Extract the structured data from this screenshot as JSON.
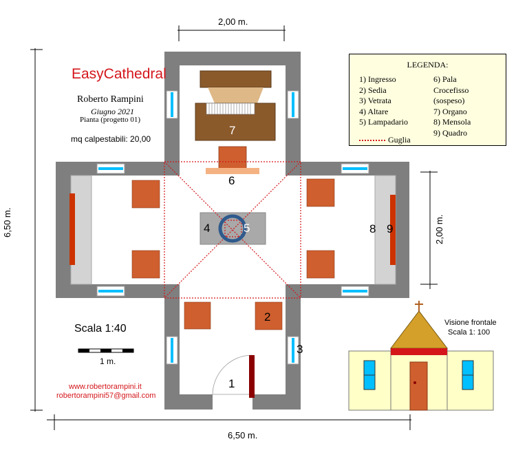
{
  "header": {
    "title": "EasyCathedral",
    "author": "Roberto Rampini",
    "date": "Giugno 2021",
    "subtitle": "Pianta (progetto 01)",
    "area": "mq calpestabili: 20,00"
  },
  "scale": {
    "label": "Scala 1:40",
    "bar_label": "1 m."
  },
  "contacts": {
    "website": "www.robertorampini.it",
    "email": "robertorampini57@gmail.com"
  },
  "dimensions": {
    "top": "2,00 m.",
    "bottom": "6,50 m.",
    "left": "6,50 m.",
    "right": "2,00 m."
  },
  "legend": {
    "title": "LEGENDA:",
    "col1": [
      "1) Ingresso",
      "2) Sedia",
      "3) Vetrata",
      "4) Altare",
      "5) Lampadario"
    ],
    "col2": [
      "6) Pala",
      "Crocefisso",
      "(sospeso)",
      "7) Organo",
      "8) Mensola",
      "9) Quadro"
    ],
    "line_item": "Guglia"
  },
  "front_view": {
    "title": "Visione frontale",
    "scale": "Scala 1: 100"
  },
  "numbers": {
    "n1": "1",
    "n2": "2",
    "n3": "3",
    "n4": "4",
    "n5": "5",
    "n6": "6",
    "n7": "7",
    "n8": "8",
    "n9": "9"
  },
  "colors": {
    "wall": "#7f7f7f",
    "chair": "#cf5f2e",
    "organ": "#8b5a2b",
    "window": "#00bfff",
    "painting": "#cc3300",
    "spire": "#d4161b",
    "legend_bg": "#ffffe0",
    "facade": "#ffffc8",
    "roof": "#d4a02a"
  }
}
